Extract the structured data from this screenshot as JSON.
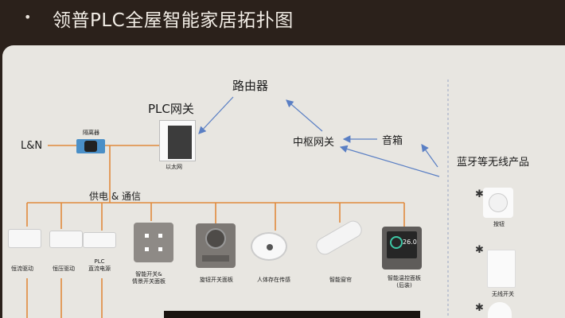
{
  "header": {
    "bullet": "•",
    "title": "领普PLC全屋智能家居拓扑图"
  },
  "nodes": {
    "router": "路由器",
    "plc_gateway": "PLC网关",
    "ln": "L&N",
    "isolator": "隔离器",
    "ethernet": "以太网",
    "hub_gateway": "中枢网关",
    "speaker": "音箱",
    "wireless": "蓝牙等无线产品",
    "power_comm": "供电 & 通信"
  },
  "devices": [
    {
      "name": "constant-current-driver",
      "label": "恒流驱动"
    },
    {
      "name": "constant-voltage-driver",
      "label": "恒压驱动"
    },
    {
      "name": "plc-dc-power",
      "label": "PLC\n直流电源"
    },
    {
      "name": "smart-switch-panel",
      "label": "智能开关&\n情景开关面板"
    },
    {
      "name": "knob-switch-panel",
      "label": "旋钮开关面板"
    },
    {
      "name": "presence-sensor",
      "label": "人体存在传感"
    },
    {
      "name": "smart-curtain",
      "label": "智能窗帘"
    },
    {
      "name": "thermostat-panel",
      "label": "智能温控面板\n(后装)"
    }
  ],
  "wireless_devices": [
    {
      "name": "wireless-button",
      "label": "按钮"
    },
    {
      "name": "wireless-switch",
      "label": "无线开关"
    }
  ],
  "thermostat_reading": "26.0",
  "colors": {
    "bus": "#e08a3c",
    "arrow": "#5a7fc4",
    "panel": "#e8e6e1",
    "header": "#2b211b"
  }
}
